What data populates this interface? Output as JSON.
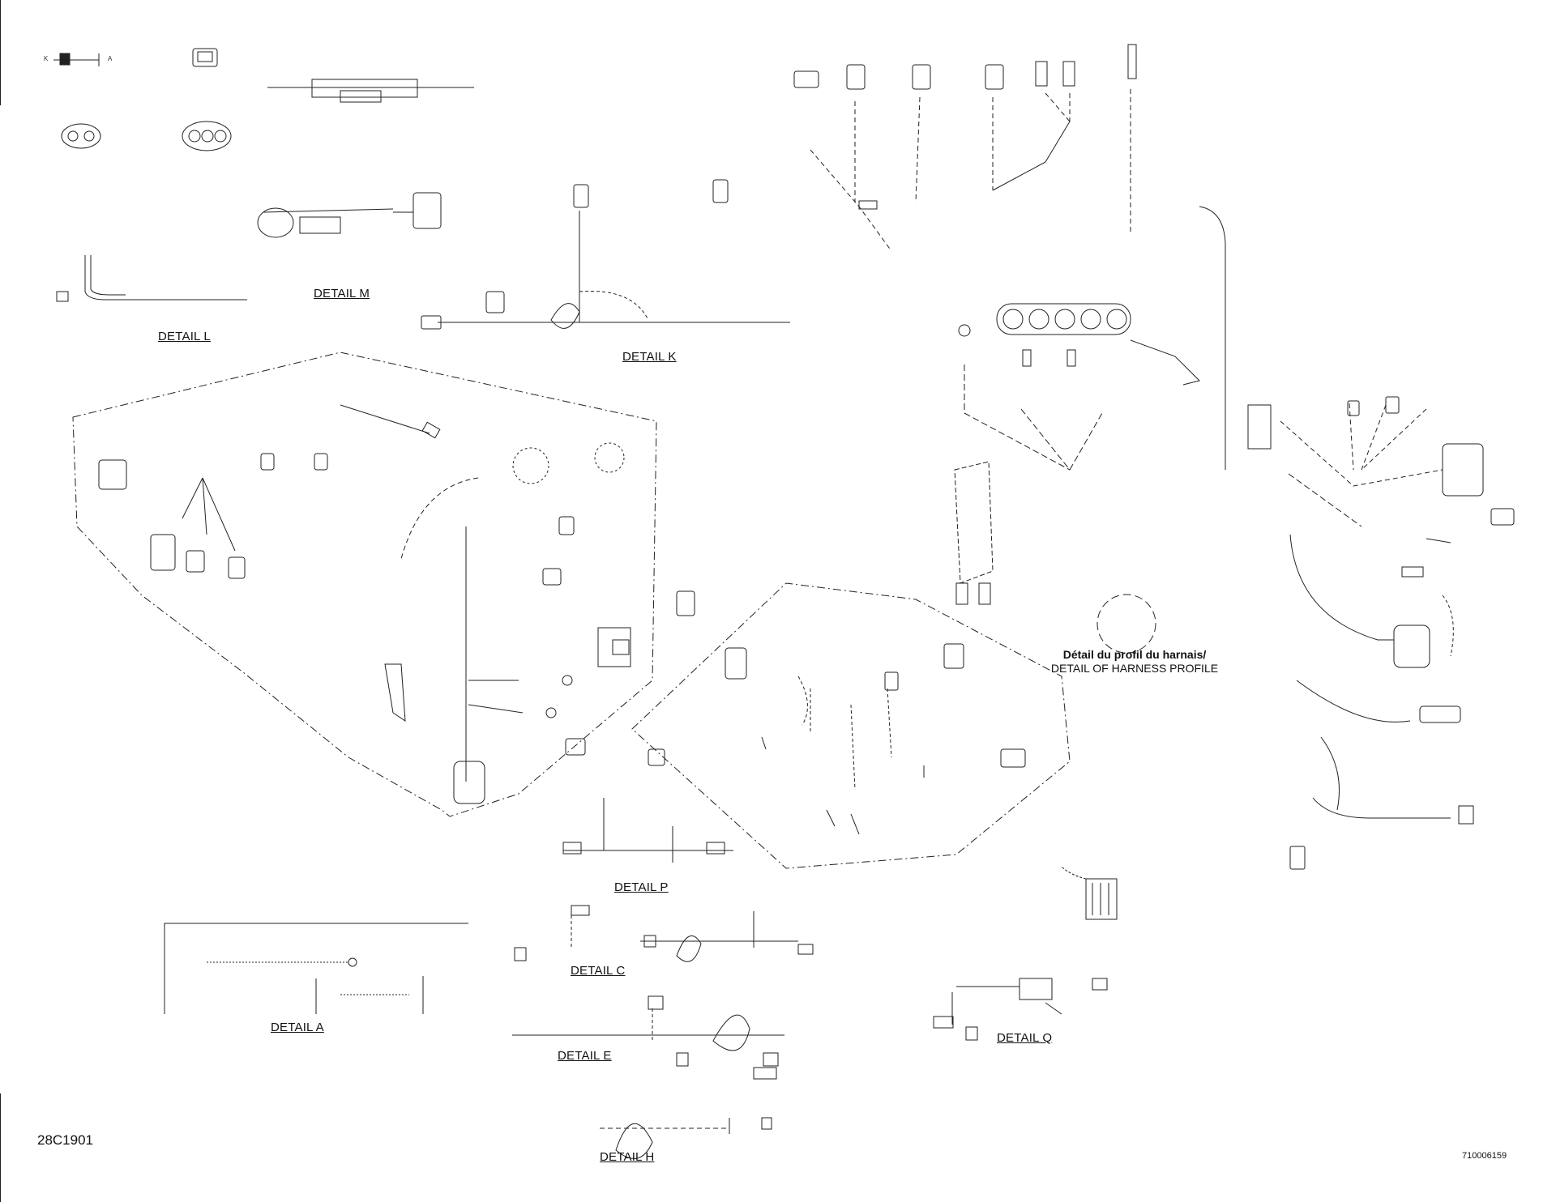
{
  "document": {
    "drawing_ref": "28C1901",
    "part_number": "710006159"
  },
  "details": {
    "a": "DETAIL A",
    "c": "DETAIL C",
    "e": "DETAIL E",
    "h": "DETAIL H",
    "k": "DETAIL K",
    "l": "DETAIL L",
    "m": "DETAIL M",
    "p": "DETAIL P",
    "q": "DETAIL Q"
  },
  "harness_profile": {
    "title_fr": "Détail du profil du harnais/",
    "title_en": "DETAIL OF HARNESS PROFILE"
  },
  "small_text": {
    "k_marker": "K",
    "a_marker": "A"
  }
}
